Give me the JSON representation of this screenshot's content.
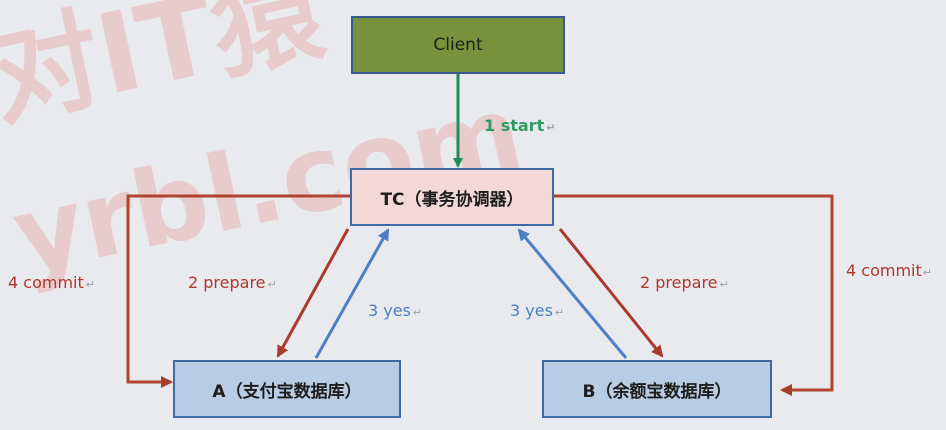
{
  "watermark": {
    "line1": "对IT猿",
    "line2": "yrbl.com"
  },
  "nodes": {
    "client": "Client",
    "tc": "TC（事务协调器）",
    "a": "A（支付宝数据库）",
    "b": "B（余额宝数据库）"
  },
  "labels": {
    "start": "1 start",
    "prepare_left": "2 prepare",
    "prepare_right": "2 prepare",
    "yes_left": "3 yes",
    "yes_right": "3 yes",
    "commit_left": "4 commit",
    "commit_right": "4 commit",
    "return_mark": "↵"
  },
  "colors": {
    "start_arrow": "#1f8f57",
    "prepare_arrow": "#a93a2e",
    "yes_arrow": "#4d7fc4",
    "commit_arrow": "#b0452f"
  }
}
